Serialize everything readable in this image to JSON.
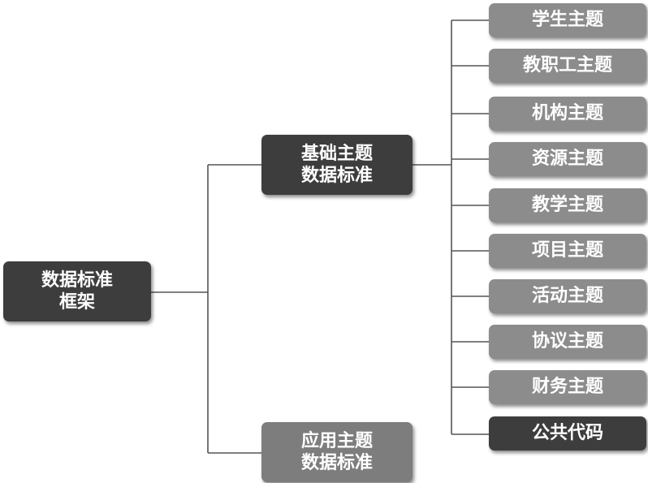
{
  "diagram": {
    "root": {
      "line1": "数据标准",
      "line2": "框架"
    },
    "branches": [
      {
        "line1": "基础主题",
        "line2": "数据标准"
      },
      {
        "line1": "应用主题",
        "line2": "数据标准"
      }
    ],
    "leaves": [
      "学生主题",
      "教职工主题",
      "机构主题",
      "资源主题",
      "教学主题",
      "项目主题",
      "活动主题",
      "协议主题",
      "财务主题",
      "公共代码"
    ],
    "colors": {
      "dark": "#3d3d3d",
      "mid": "#7d7d7d",
      "leaf": "#8c8c8c",
      "line": "#555555"
    }
  }
}
